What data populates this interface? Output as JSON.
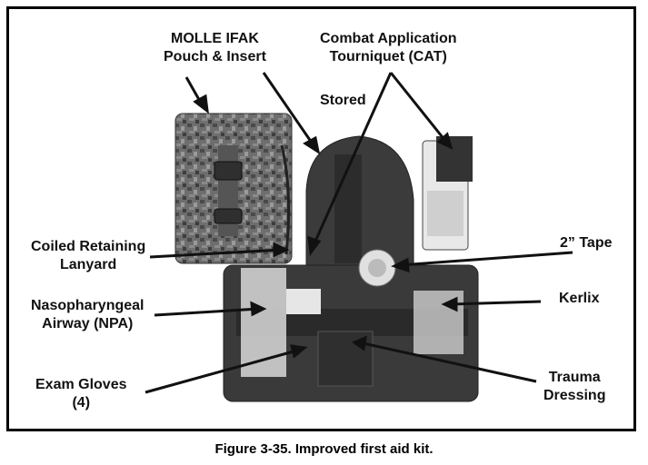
{
  "labels": {
    "molle": [
      "MOLLE IFAK",
      "Pouch & Insert"
    ],
    "cat": [
      "Combat Application",
      "Tourniquet (CAT)"
    ],
    "stored": "Stored",
    "lanyard": [
      "Coiled Retaining",
      "Lanyard"
    ],
    "tape": "2” Tape",
    "npa": [
      "Nasopharyngeal",
      "Airway (NPA)"
    ],
    "kerlix": "Kerlix",
    "gloves": [
      "Exam Gloves",
      "(4)"
    ],
    "dressing": [
      "Trauma",
      "Dressing"
    ]
  },
  "caption": "Figure 3-35. Improved first aid kit.",
  "colors": {
    "camo_dark": "#3a3a3a",
    "camo_light": "#8a8a8a",
    "background": "#ffffff"
  }
}
